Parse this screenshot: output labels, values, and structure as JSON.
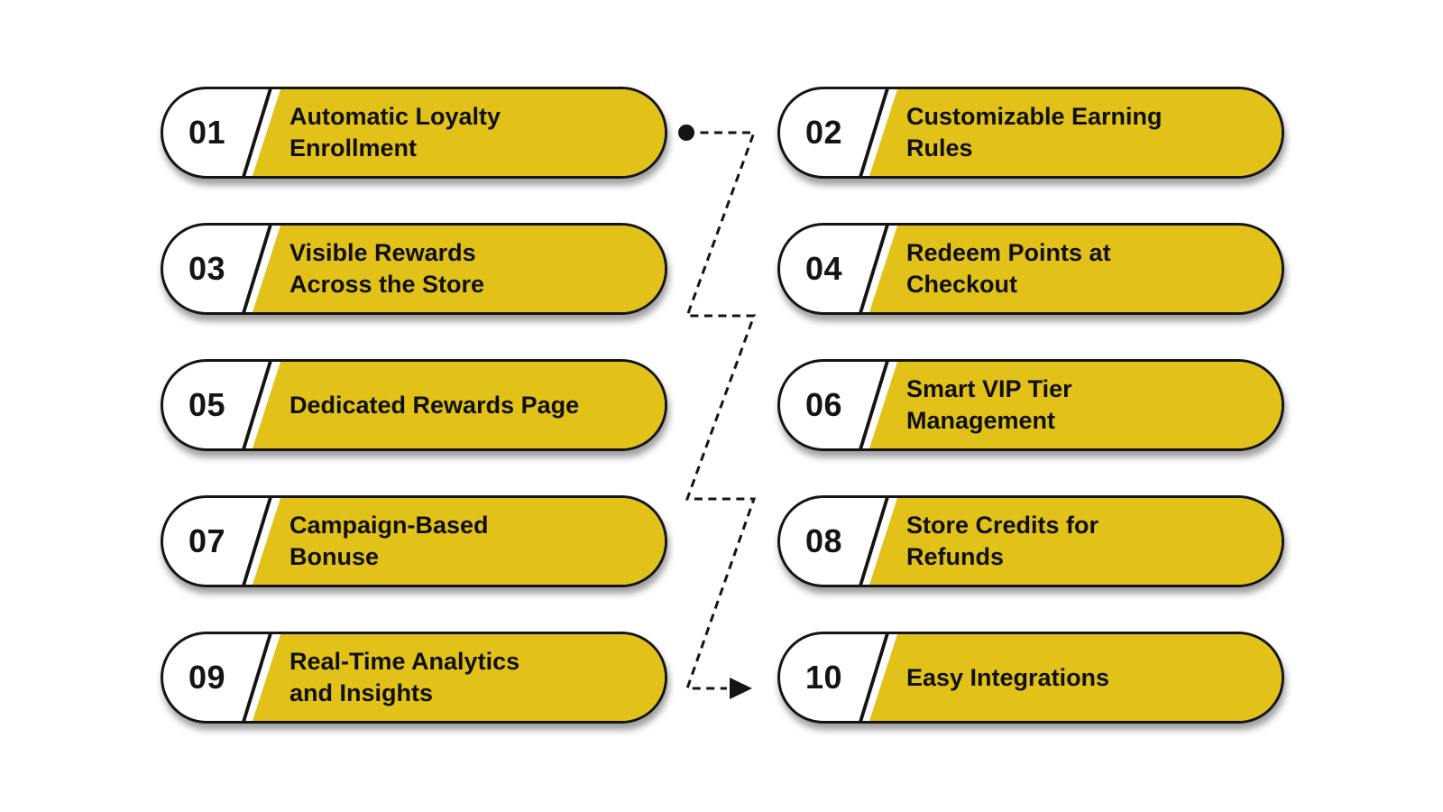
{
  "theme": {
    "background": "#ffffff",
    "yellow": "#E2C118",
    "ink": "#141414"
  },
  "items": [
    {
      "number": "01",
      "line1": "Automatic Loyalty",
      "line2": "Enrollment"
    },
    {
      "number": "02",
      "line1": "Customizable Earning",
      "line2": "Rules"
    },
    {
      "number": "03",
      "line1": "Visible Rewards",
      "line2": "Across the Store"
    },
    {
      "number": "04",
      "line1": "Redeem Points at",
      "line2": "Checkout"
    },
    {
      "number": "05",
      "line1": "Dedicated Rewards Page",
      "line2": ""
    },
    {
      "number": "06",
      "line1": "Smart VIP Tier",
      "line2": "Management"
    },
    {
      "number": "07",
      "line1": "Campaign-Based",
      "line2": "Bonuse"
    },
    {
      "number": "08",
      "line1": "Store Credits for",
      "line2": "Refunds"
    },
    {
      "number": "09",
      "line1": "Real-Time Analytics",
      "line2": "and Insights"
    },
    {
      "number": "10",
      "line1": "Easy Integrations",
      "line2": ""
    }
  ],
  "connector": {
    "style": "dashed-zigzag",
    "start_marker": "dot",
    "end_marker": "arrow-right"
  }
}
